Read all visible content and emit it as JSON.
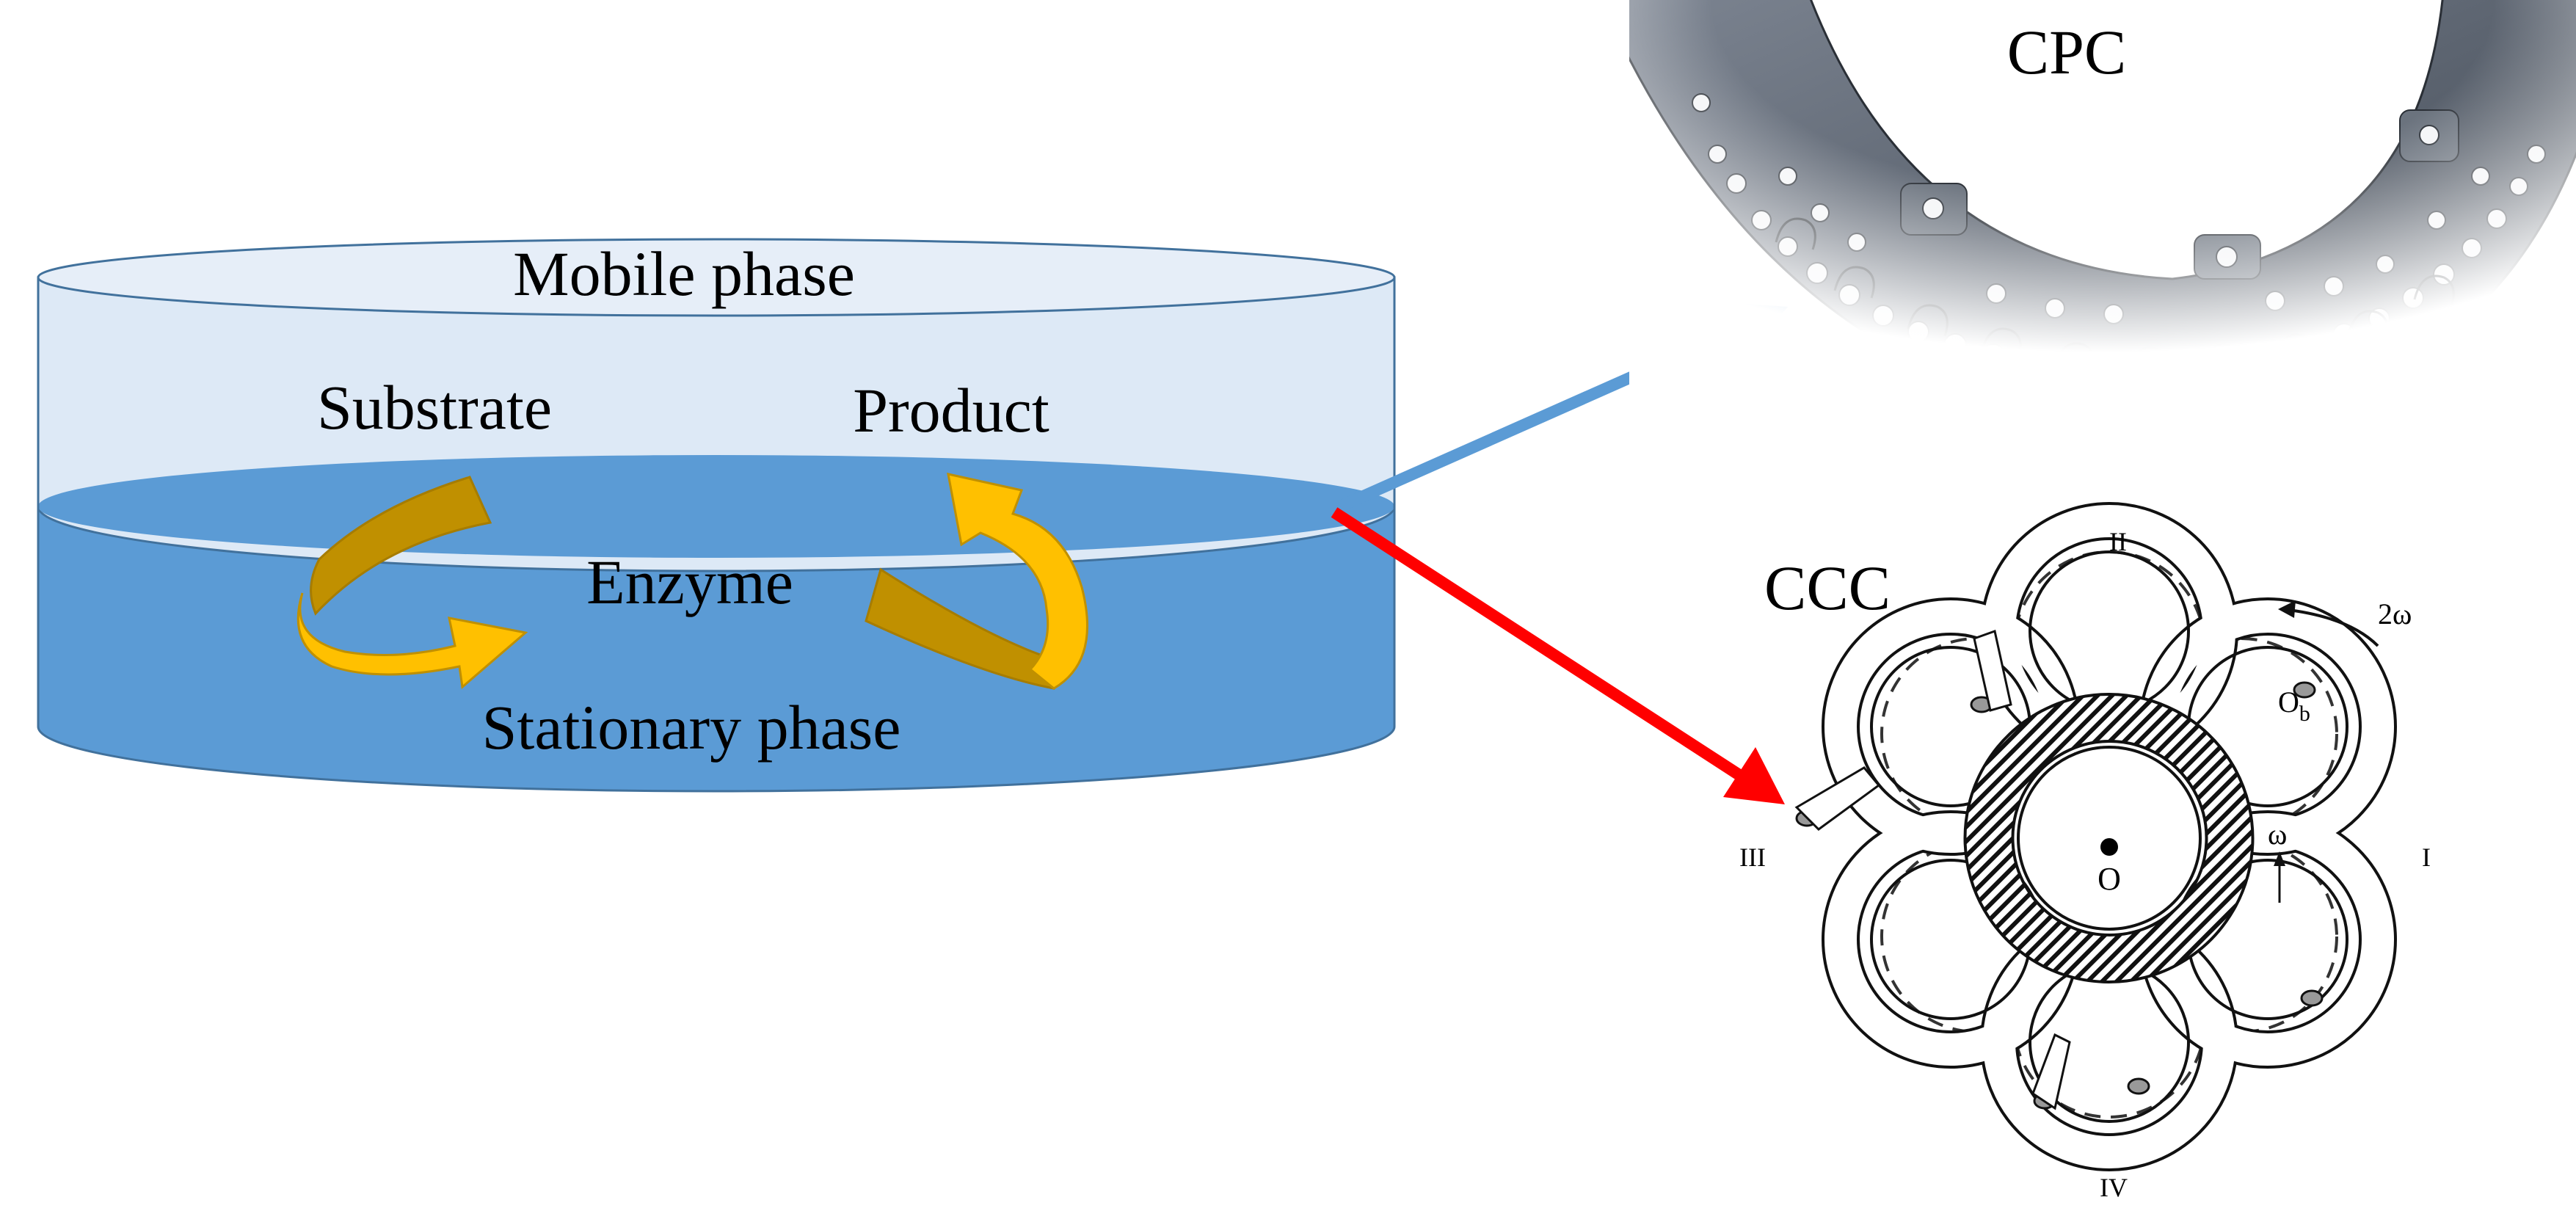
{
  "vessel": {
    "mobile_phase_label": "Mobile phase",
    "stationary_phase_label": "Stationary phase",
    "substrate_label": "Substrate",
    "product_label": "Product",
    "enzyme_label": "Enzyme"
  },
  "cpc": {
    "label": "CPC"
  },
  "ccc": {
    "label": "CCC",
    "roman": {
      "top": "II",
      "right": "I",
      "bottom": "IV",
      "left": "III"
    },
    "center_label": "O",
    "omega_label": "ω",
    "two_omega_label": "2ω",
    "ob_label": "O",
    "ob_sub": "b"
  },
  "colors": {
    "mobile_phase": "#dde9f6",
    "stationary_phase": "#5b9bd5",
    "arrow_curved": "#ffc000",
    "arrow_curved_dark": "#c09000",
    "arrow_to_cpc": "#5b9bd5",
    "arrow_to_ccc": "#ff0000"
  }
}
